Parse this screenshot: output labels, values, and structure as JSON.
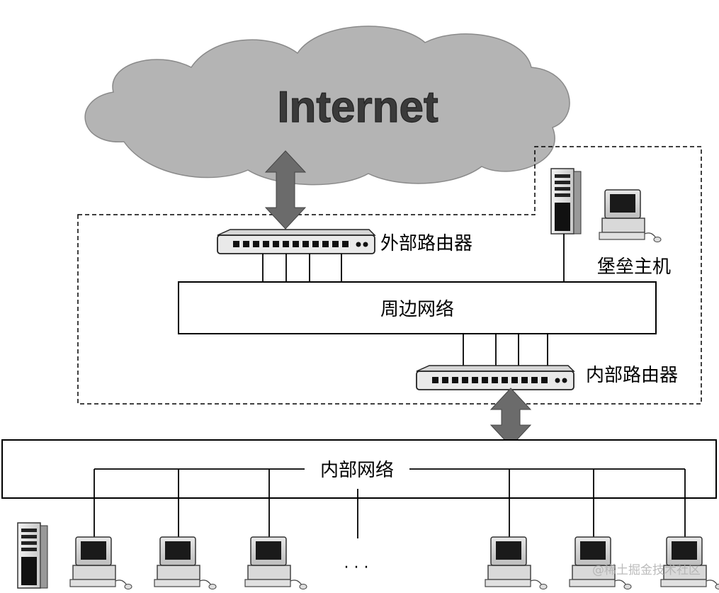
{
  "cloud": {
    "label": "Internet"
  },
  "external_router": {
    "label": "外部路由器"
  },
  "bastion_host": {
    "label": "堡垒主机"
  },
  "perimeter_network": {
    "label": "周边网络"
  },
  "internal_router": {
    "label": "内部路由器"
  },
  "internal_network": {
    "label": "内部网络"
  },
  "ellipsis": "· · ·",
  "watermark": "@稀土掘金技术社区",
  "colors": {
    "cloud": "#b4b4b4",
    "arrow": "#6b6b6b",
    "line": "#000000"
  }
}
